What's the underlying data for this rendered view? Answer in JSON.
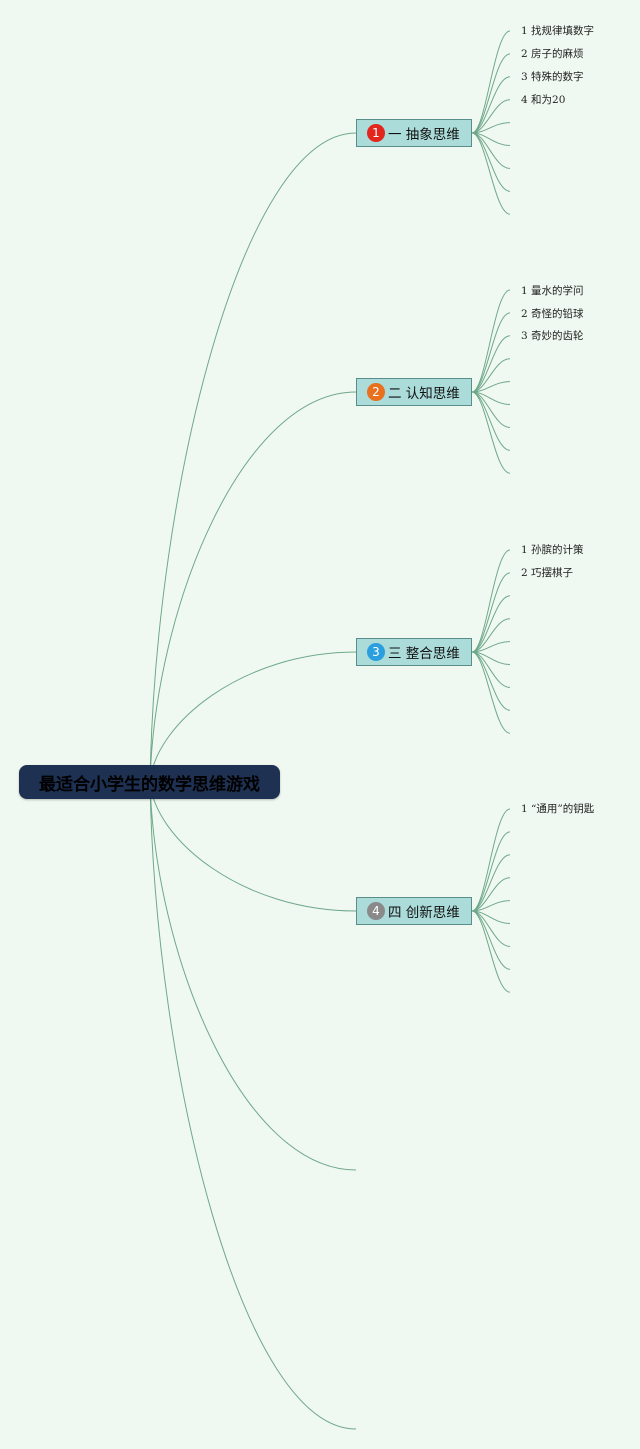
{
  "root": {
    "title": "最适合小学生的数学思维游戏"
  },
  "branches": [
    {
      "number": "1",
      "label": "一 抽象思维",
      "badge_color": "#e2261d",
      "leaves": [
        "1 找规律填数字",
        "2 房子的麻烦",
        "3 特殊的数字",
        "4 和为20",
        "",
        "",
        "",
        "",
        ""
      ]
    },
    {
      "number": "2",
      "label": "二 认知思维",
      "badge_color": "#e8701e",
      "leaves": [
        "1 量水的学问",
        "2 奇怪的铅球",
        "3 奇妙的齿轮",
        "",
        "",
        "",
        "",
        "",
        ""
      ]
    },
    {
      "number": "3",
      "label": "三 整合思维",
      "badge_color": "#2a9fe0",
      "leaves": [
        "1 孙膑的计策",
        "2 巧摆棋子",
        "",
        "",
        "",
        "",
        "",
        "",
        ""
      ]
    },
    {
      "number": "4",
      "label": "四 创新思维",
      "badge_color": "#8a8a8a",
      "leaves": [
        "1 “通用”的钥匙",
        "",
        "",
        "",
        "",
        "",
        "",
        "",
        ""
      ]
    }
  ],
  "extra_branch_count": 2,
  "colors": {
    "background": "#f0f9f1",
    "line": "#6fa88a",
    "root_fill": "#1e3153",
    "branch_fill": "#abdcd9",
    "branch_border": "#5a8e8a"
  }
}
